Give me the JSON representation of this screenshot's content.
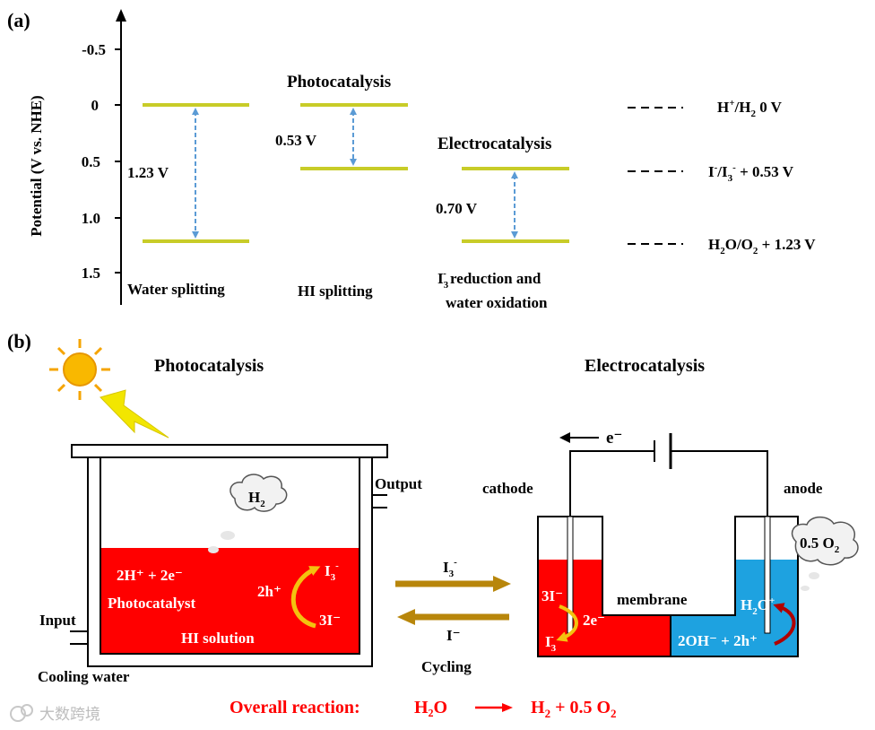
{
  "panel_a": {
    "label": "(a)",
    "y_axis_label": "Potential (V vs. NHE)",
    "y_ticks": [
      "-0.5",
      "0",
      "0.5",
      "1.0",
      "1.5"
    ],
    "columns": {
      "water_splitting": {
        "gap": "1.23 V",
        "caption": "Water splitting"
      },
      "hi_splitting": {
        "title": "Photocatalysis",
        "gap": "0.53 V",
        "caption": "HI splitting"
      },
      "electro": {
        "title": "Electrocatalysis",
        "gap": "0.70 V",
        "caption_line1_pre": "I",
        "caption_line1_sub": "3",
        "caption_line1_sup": "-",
        "caption_line1_post": " reduction and",
        "caption_line2": "water oxidation"
      }
    },
    "legend": {
      "h": {
        "pre": "H",
        "sup": "+",
        "mid": "/H",
        "sub": "2",
        "post": "  0 V"
      },
      "i": {
        "pre": "I",
        "sup1": "-",
        "mid": "/I",
        "sub": "3",
        "sup2": "-",
        "post": "  + 0.53 V"
      },
      "o": {
        "pre": "H",
        "sub1": "2",
        "mid": "O/O",
        "sub2": "2",
        "post": " + 1.23 V"
      }
    },
    "level_color": "#c8cc28",
    "arrow_color": "#5b9bd5"
  },
  "panel_b": {
    "label": "(b)",
    "photo_title": "Photocatalysis",
    "electro_title": "Electrocatalysis",
    "h2_bubble": {
      "main": "H",
      "sub": "2"
    },
    "reactor": {
      "line1": "2H⁺ + 2e⁻",
      "line2": "Photocatalyst",
      "line3": "HI solution",
      "hole": "2h⁺",
      "i3": {
        "main": "I",
        "sub": "3",
        "sup": "-"
      },
      "three_i": "3I⁻"
    },
    "output_label": "Output",
    "input_label": "Input",
    "cooling_label": "Cooling water",
    "cycling": {
      "top": {
        "main": "I",
        "sub": "3",
        "sup": "-"
      },
      "bottom": "I⁻",
      "label": "Cycling"
    },
    "electron_label": "e⁻",
    "cathode_label": "cathode",
    "anode_label": "anode",
    "membrane_label": "membrane",
    "o2_bubble": {
      "pre": "0.5 O",
      "sub": "2"
    },
    "cathode_top": "3I⁻",
    "cathode_mid": "2e⁻",
    "cathode_bottom": {
      "main": "I",
      "sub": "3",
      "sup": "-"
    },
    "anode_top": {
      "pre": "H",
      "sub": "2",
      "post": "O",
      "sup": "+"
    },
    "anode_bottom": "2OH⁻ + 2h⁺",
    "overall": {
      "label": "Overall reaction:",
      "lhs": "H₂O",
      "rhs_pre": "H",
      "rhs_sub": "2",
      "rhs_post": " + 0.5 O",
      "rhs_sub2": "2"
    },
    "red_color": "#ff0000",
    "blue_color": "#1ea2e0",
    "arrow_gold": "#b8860b"
  },
  "watermark": "大数跨境"
}
